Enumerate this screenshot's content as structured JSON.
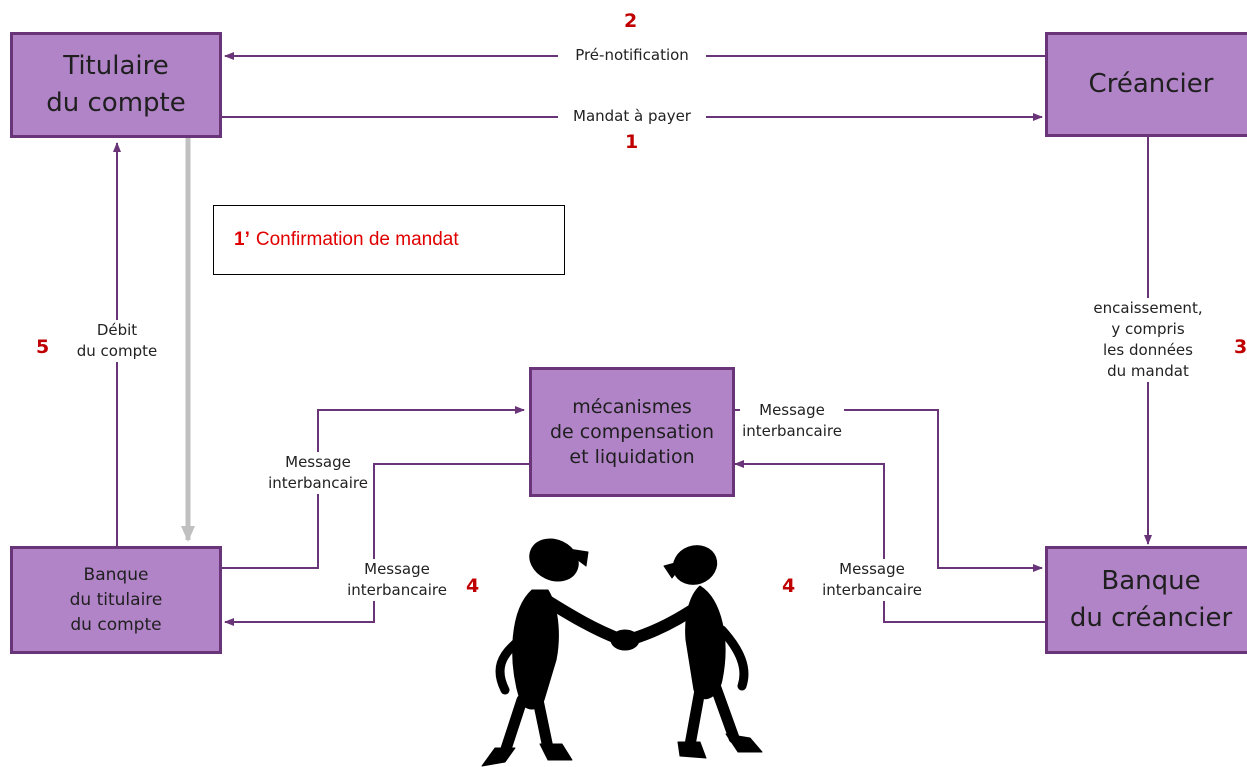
{
  "boxes": {
    "titulaire": [
      "Titulaire",
      "du compte"
    ],
    "creancier": [
      "Créancier"
    ],
    "mecanismes": [
      "mécanismes",
      "de compensation",
      "et liquidation"
    ],
    "banque_titulaire": [
      "Banque",
      "du titulaire",
      "du compte"
    ],
    "banque_creancier": [
      "Banque",
      "du créancier"
    ]
  },
  "labels": {
    "pre_notification": "Pré-notification",
    "mandat_payer": "Mandat à payer",
    "debit": [
      "Débit",
      "du compte"
    ],
    "encaissement": [
      "encaissement,",
      "y compris",
      "les données",
      "du mandat"
    ],
    "message_left_top": [
      "Message",
      "interbancaire"
    ],
    "message_left_bottom": [
      "Message",
      "interbancaire"
    ],
    "message_right_top": [
      "Message",
      "interbancaire"
    ],
    "message_right_bottom": [
      "Message",
      "interbancaire"
    ]
  },
  "numbers": {
    "n1": "1",
    "n2": "2",
    "n3": "3",
    "n4_left": "4",
    "n4_right": "4",
    "n5": "5"
  },
  "confirmation": {
    "number": "1’",
    "text": "Confirmation de mandat"
  },
  "colors": {
    "box_fill": "#b183c7",
    "box_border": "#6a3479",
    "line": "#6a3479",
    "number_red": "#c00000",
    "confirmation_red": "#e00000",
    "grey_arrow": "#c0c0c0"
  }
}
